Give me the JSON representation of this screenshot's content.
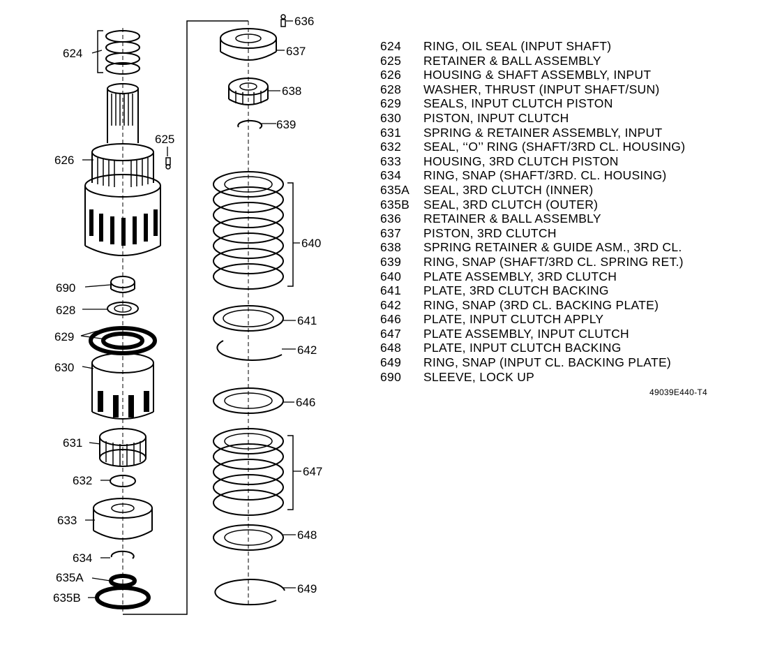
{
  "callouts": [
    "624",
    "625",
    "626",
    "690",
    "628",
    "629",
    "630",
    "631",
    "632",
    "633",
    "634",
    "635A",
    "635B",
    "636",
    "637",
    "638",
    "639",
    "640",
    "641",
    "642",
    "646",
    "647",
    "648",
    "649"
  ],
  "legend": [
    {
      "num": "624",
      "desc": "RING, OIL SEAL (INPUT SHAFT)"
    },
    {
      "num": "625",
      "desc": "RETAINER & BALL ASSEMBLY"
    },
    {
      "num": "626",
      "desc": "HOUSING & SHAFT ASSEMBLY, INPUT"
    },
    {
      "num": "628",
      "desc": "WASHER, THRUST (INPUT SHAFT/SUN)"
    },
    {
      "num": "629",
      "desc": "SEALS, INPUT CLUTCH PISTON"
    },
    {
      "num": "630",
      "desc": "PISTON, INPUT CLUTCH"
    },
    {
      "num": "631",
      "desc": "SPRING & RETAINER ASSEMBLY, INPUT"
    },
    {
      "num": "632",
      "desc": "SEAL, ‘‘O’’ RING (SHAFT/3RD CL. HOUSING)"
    },
    {
      "num": "633",
      "desc": "HOUSING, 3RD CLUTCH PISTON"
    },
    {
      "num": "634",
      "desc": "RING, SNAP (SHAFT/3RD. CL. HOUSING)"
    },
    {
      "num": "635A",
      "desc": "SEAL, 3RD CLUTCH (INNER)"
    },
    {
      "num": "635B",
      "desc": "SEAL, 3RD CLUTCH (OUTER)"
    },
    {
      "num": "636",
      "desc": "RETAINER & BALL ASSEMBLY"
    },
    {
      "num": "637",
      "desc": "PISTON, 3RD CLUTCH"
    },
    {
      "num": "638",
      "desc": "SPRING RETAINER & GUIDE ASM., 3RD CL."
    },
    {
      "num": "639",
      "desc": "RING, SNAP (SHAFT/3RD CL. SPRING RET.)"
    },
    {
      "num": "640",
      "desc": "PLATE ASSEMBLY, 3RD CLUTCH"
    },
    {
      "num": "641",
      "desc": "PLATE, 3RD CLUTCH BACKING"
    },
    {
      "num": "642",
      "desc": "RING, SNAP (3RD CL. BACKING PLATE)"
    },
    {
      "num": "646",
      "desc": "PLATE, INPUT CLUTCH APPLY"
    },
    {
      "num": "647",
      "desc": "PLATE ASSEMBLY, INPUT CLUTCH"
    },
    {
      "num": "648",
      "desc": "PLATE, INPUT CLUTCH BACKING"
    },
    {
      "num": "649",
      "desc": "RING, SNAP (INPUT CL. BACKING PLATE)"
    },
    {
      "num": "690",
      "desc": "SLEEVE, LOCK UP"
    }
  ],
  "figure_code": "49039E440-T4"
}
